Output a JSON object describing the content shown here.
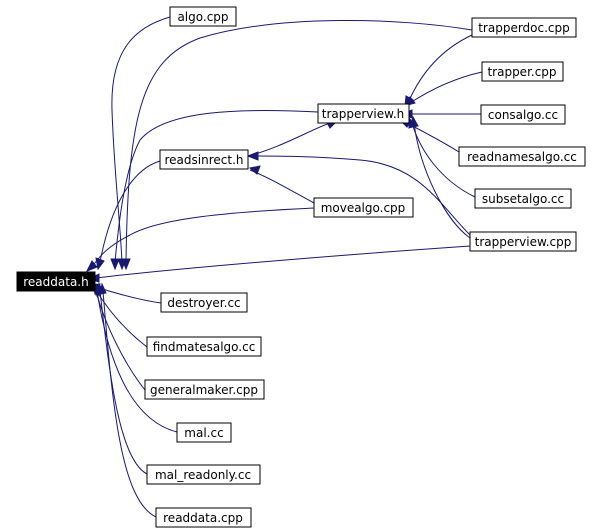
{
  "colors": {
    "edge": "#191970",
    "node_border": "#000000",
    "root_fill": "#000000",
    "root_text": "#ffffff",
    "background": "#ffffff"
  },
  "nodes": {
    "readdata_h": "readdata.h",
    "algo_cpp": "algo.cpp",
    "trapperdoc_cpp": "trapperdoc.cpp",
    "trapperview_h": "trapperview.h",
    "trapper_cpp": "trapper.cpp",
    "consalgo_cc": "consalgo.cc",
    "readsinrect_h": "readsinrect.h",
    "readnamesalgo_cc": "readnamesalgo.cc",
    "subsetalgo_cc": "subsetalgo.cc",
    "movealgo_cpp": "movealgo.cpp",
    "trapperview_cpp": "trapperview.cpp",
    "destroyer_cc": "destroyer.cc",
    "findmatesalgo_cc": "findmatesalgo.cc",
    "generalmaker_cpp": "generalmaker.cpp",
    "mal_cc": "mal.cc",
    "mal_readonly_cc": "mal_readonly.cc",
    "readdata_cpp": "readdata.cpp"
  }
}
